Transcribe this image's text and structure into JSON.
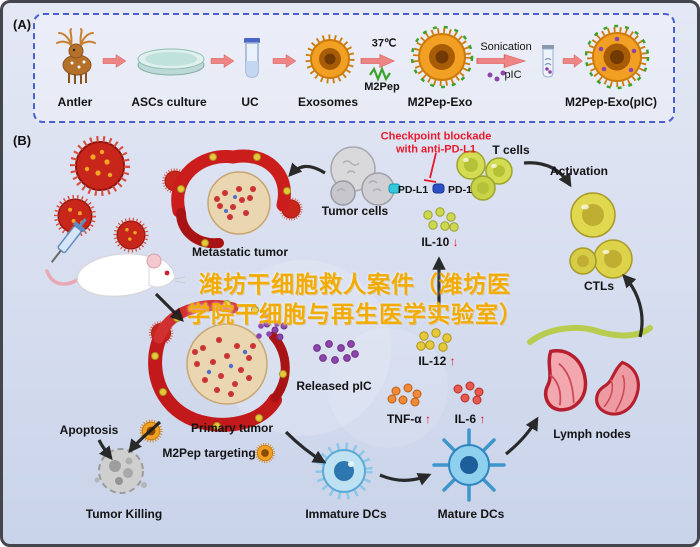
{
  "figure": {
    "panel_a_tag": "(A)",
    "panel_b_tag": "(B)"
  },
  "panel_a": {
    "steps": [
      {
        "label": "Antler"
      },
      {
        "label": "ASCs culture"
      },
      {
        "label": "UC"
      },
      {
        "label": "Exosomes"
      },
      {
        "label": "M2Pep-Exo"
      },
      {
        "label": "M2Pep-Exo(pIC)"
      }
    ],
    "annotations": {
      "temperature": "37℃",
      "m2pep": "M2Pep",
      "sonication": "Sonication",
      "pic": "pIC"
    }
  },
  "panel_b": {
    "checkpoint": {
      "line1": "Checkpoint blockade",
      "line2": "with anti-PD-L1"
    },
    "labels": {
      "t_cells": "T cells",
      "pd_l1": "PD-L1",
      "pd_1": "PD-1",
      "activation": "Activation",
      "tumor_cells": "Tumor cells",
      "metastatic_tumor": "Metastatic tumor",
      "ctls": "CTLs",
      "released_pic": "Released pIC",
      "lymph_nodes": "Lymph nodes",
      "apoptosis": "Apoptosis",
      "primary_tumor": "Primary tumor",
      "m2pep_targeting": "M2Pep targeting",
      "tumor_killing": "Tumor Killing",
      "immature_dcs": "Immature DCs",
      "mature_dcs": "Mature DCs"
    },
    "cytokines": {
      "il10": {
        "name": "IL-10",
        "arrow": "↓"
      },
      "il12": {
        "name": "IL-12",
        "arrow": "↑"
      },
      "tnf": {
        "name": "TNF-α",
        "arrow": "↑"
      },
      "il6": {
        "name": "IL-6",
        "arrow": "↑"
      }
    }
  },
  "watermark": {
    "line1": "潍坊干细胞救人案件（潍坊医",
    "line2": "学院干细胞与再生医学实验室）"
  },
  "colors": {
    "background": "#d6ddef",
    "panel_dashed_border": "#4a5fd0",
    "checkpoint_red": "#e8192c",
    "watermark_yellow": "#f2ab00",
    "exosome_orange": "#f2a024",
    "virus_red": "#c9261b",
    "dc_blue": "#5fb8e8",
    "pd_l1_cyan": "#35c8dc",
    "pd_1_blue": "#2b50c8",
    "tumor_mass_tan": "#ead7b2",
    "vessel_red": "#c21a1a",
    "lymph_pink": "#f2a8ae"
  }
}
